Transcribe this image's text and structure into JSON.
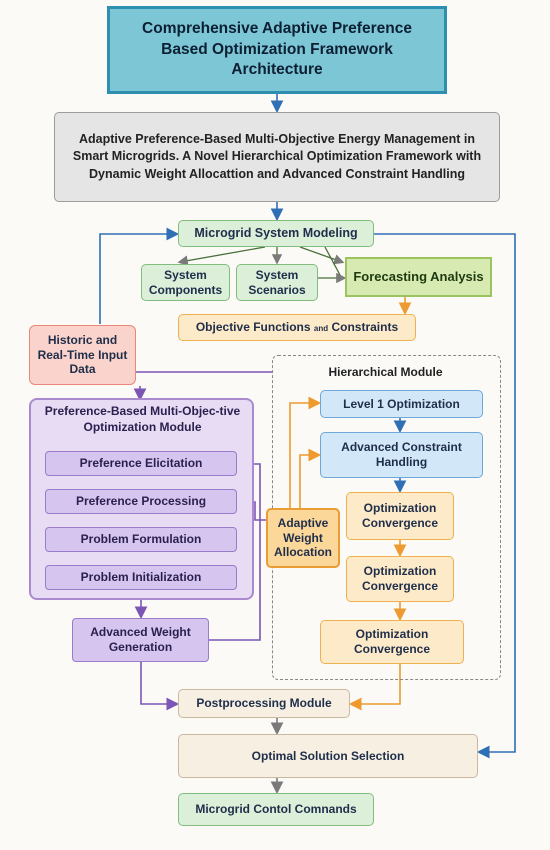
{
  "title": "Comprehensive Adaptive Preference Based Optimization Framework Architecture",
  "paper_title": "Adaptive Preference-Based Multi-Objective Energy Management in Smart Microgrids. A Novel Hierarchical Optimization Framework with Dynamic Weight Allocattion and Advanced Constraint Handling",
  "modeling": {
    "label": "Microgrid System Modeling",
    "system_components": "System Components",
    "system_scenarios": "System Scenarios",
    "forecasting": "Forecasting Analysis"
  },
  "objectives": {
    "label": "Objective Functions",
    "and_word": "and",
    "constraints": "Constraints"
  },
  "input_data": "Historic and Real-Time Input Data",
  "preference_module": {
    "title": "Preference-Based Multi-Objec-tive Optimization Module",
    "items": [
      "Preference Elicitation",
      "Preference Processing",
      "Problem Formulation",
      "Problem Initialization"
    ]
  },
  "weight_generation": "Advanced Weight Generation",
  "adaptive_weight": "Adaptive Weight Allocation",
  "hierarchical": {
    "title": "Hierarchical Module",
    "level1": "Level 1 Optimization",
    "constraint": "Advanced Constraint Handling",
    "convergence": [
      "Optimization Convergence",
      "Optimization Convergence",
      "Optimization Convergence"
    ]
  },
  "postprocessing": "Postprocessing Module",
  "optimal": "Optimal Solution Selection",
  "commands": "Microgrid Contol Comnands",
  "colors": {
    "flow_blue": "#2f6fb5",
    "flow_purple": "#7d55b5",
    "flow_orange": "#ee9a2f",
    "flow_gray": "#7a7a7a"
  }
}
